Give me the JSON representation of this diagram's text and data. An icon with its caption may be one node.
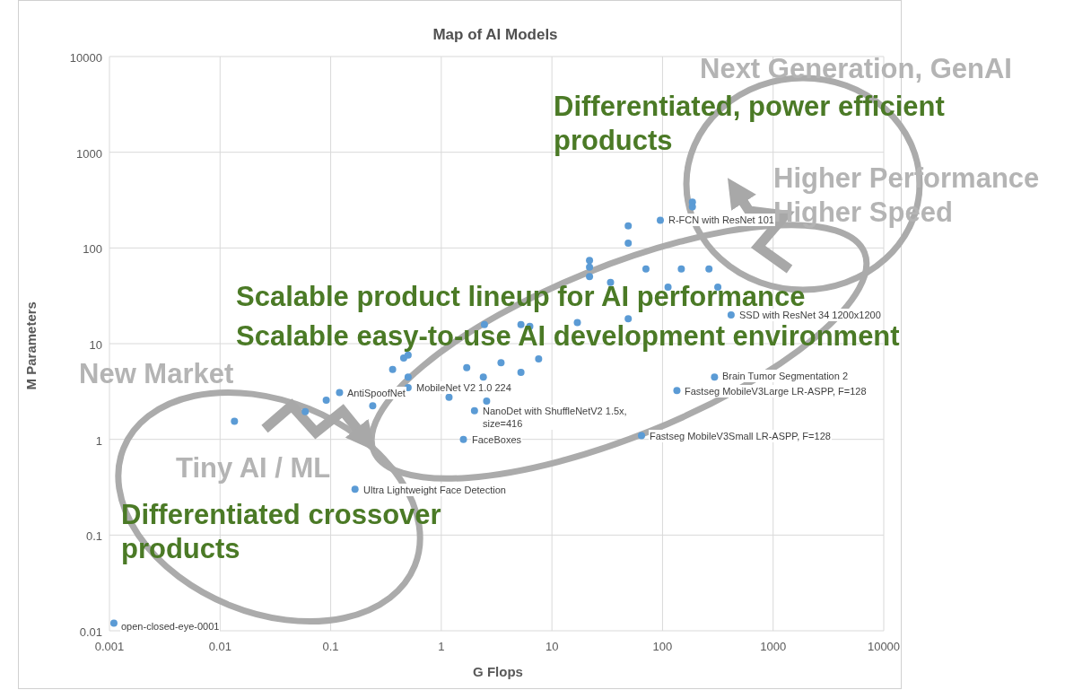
{
  "diagram": {
    "title": "Map of AI Models",
    "labels": [
      "Next Generation, GenAI",
      "Differentiated, power efficient products",
      "Higher Performance Higher Speed",
      "Scalable product lineup for AI performance",
      "Scalable easy-to-use AI development environment",
      "New Market",
      "Tiny AI / ML",
      "Differentiated crossover products",
      "open-closed-eye-0001",
      "FaceBoxes",
      "Fastseg MobileV3Small LR-ASPP, F=128",
      "Fastseg MobileV3Large LR-ASPP, F=128",
      "Brain Tumor Segmentation 2",
      "R-FCN with ResNet 101",
      "SSD with ResNet 34 1200x1200",
      "MobileNet V2 1.0 224",
      "NanoDet with ShuffleNetV2 1.5x, size=416",
      "AntiSpoofNet",
      "Ultra Lightweight Face Detection",
      "10000",
      "1000",
      "100",
      "10",
      "1",
      "0.1",
      "0.01",
      "0.001",
      "0.01",
      "0.1",
      "1",
      "10",
      "100",
      "1000",
      "10000",
      "G Flops",
      "M Parameters"
    ]
  }
}
